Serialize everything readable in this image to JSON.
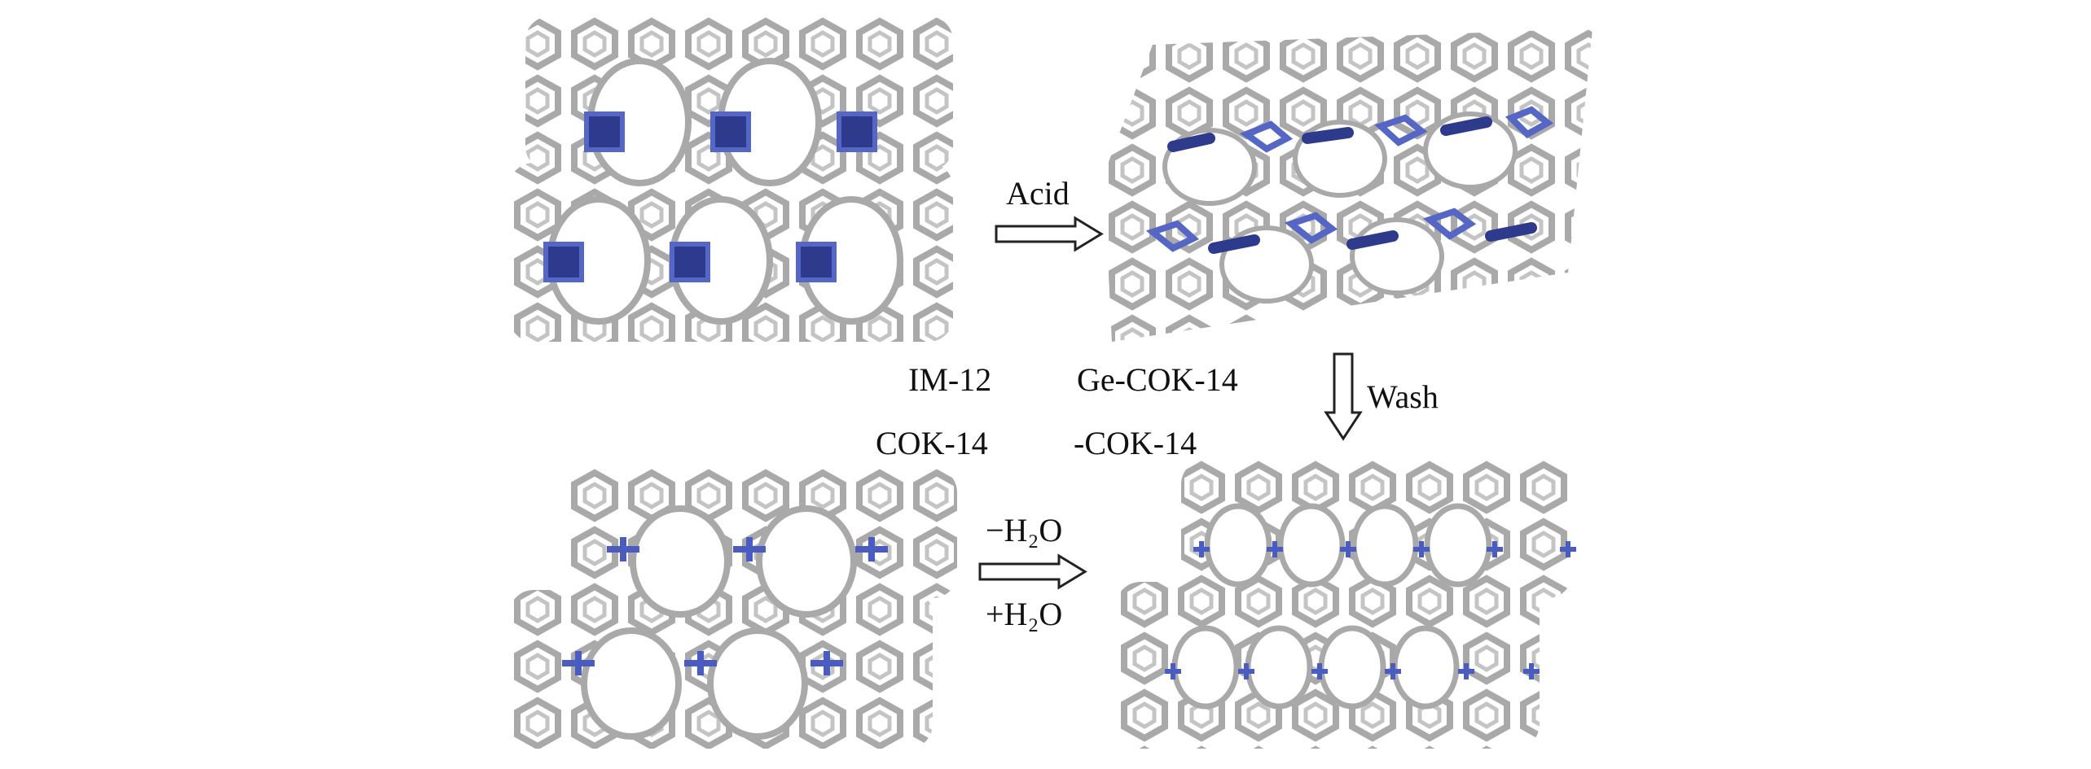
{
  "labels": {
    "acid": "Acid",
    "wash": "Wash",
    "minus_h2o": "−H₂O",
    "plus_h2o": "+H₂O",
    "im12": "IM-12",
    "ge_cok14": "Ge-COK-14",
    "cok14": "COK-14",
    "dash_cok14": "-COK-14"
  },
  "colors": {
    "framework_stroke": "#a9a9a9",
    "framework_fill": "#d9d9d9",
    "d4r_blue": "#2e3a8c",
    "light_blue": "#5566c4",
    "arrow": "#222222"
  }
}
